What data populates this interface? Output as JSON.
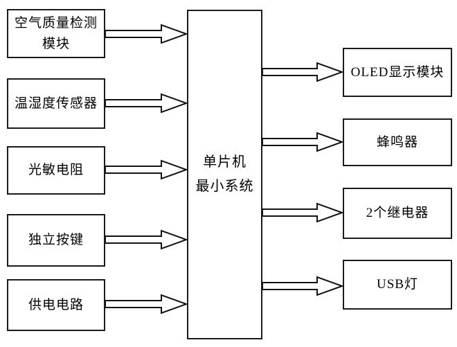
{
  "diagram": {
    "type": "block-diagram",
    "colors": {
      "background": "#ffffff",
      "box_border": "#1a1a1a",
      "box_fill": "#ffffff",
      "arrow_outline": "#111111",
      "arrow_fill": "#ffffff",
      "text": "#000000"
    },
    "center": {
      "label": "单片机\n最小系统"
    },
    "inputs": [
      {
        "label": "空气质量检测模块"
      },
      {
        "label": "温湿度传感器"
      },
      {
        "label": "光敏电阻"
      },
      {
        "label": "独立按键"
      },
      {
        "label": "供电电路"
      }
    ],
    "outputs": [
      {
        "label": "OLED显示模块"
      },
      {
        "label": "蜂鸣器"
      },
      {
        "label": "2个继电器"
      },
      {
        "label": "USB灯"
      }
    ],
    "connections": [
      {
        "from": "空气质量检测模块",
        "to": "单片机最小系统",
        "style": "hollow-block-arrow"
      },
      {
        "from": "温湿度传感器",
        "to": "单片机最小系统",
        "style": "hollow-block-arrow"
      },
      {
        "from": "光敏电阻",
        "to": "单片机最小系统",
        "style": "hollow-block-arrow"
      },
      {
        "from": "独立按键",
        "to": "单片机最小系统",
        "style": "hollow-block-arrow"
      },
      {
        "from": "供电电路",
        "to": "单片机最小系统",
        "style": "hollow-block-arrow"
      },
      {
        "from": "单片机最小系统",
        "to": "OLED显示模块",
        "style": "hollow-block-arrow"
      },
      {
        "from": "单片机最小系统",
        "to": "蜂鸣器",
        "style": "hollow-block-arrow"
      },
      {
        "from": "单片机最小系统",
        "to": "2个继电器",
        "style": "hollow-block-arrow"
      },
      {
        "from": "单片机最小系统",
        "to": "USB灯",
        "style": "hollow-block-arrow"
      }
    ]
  }
}
